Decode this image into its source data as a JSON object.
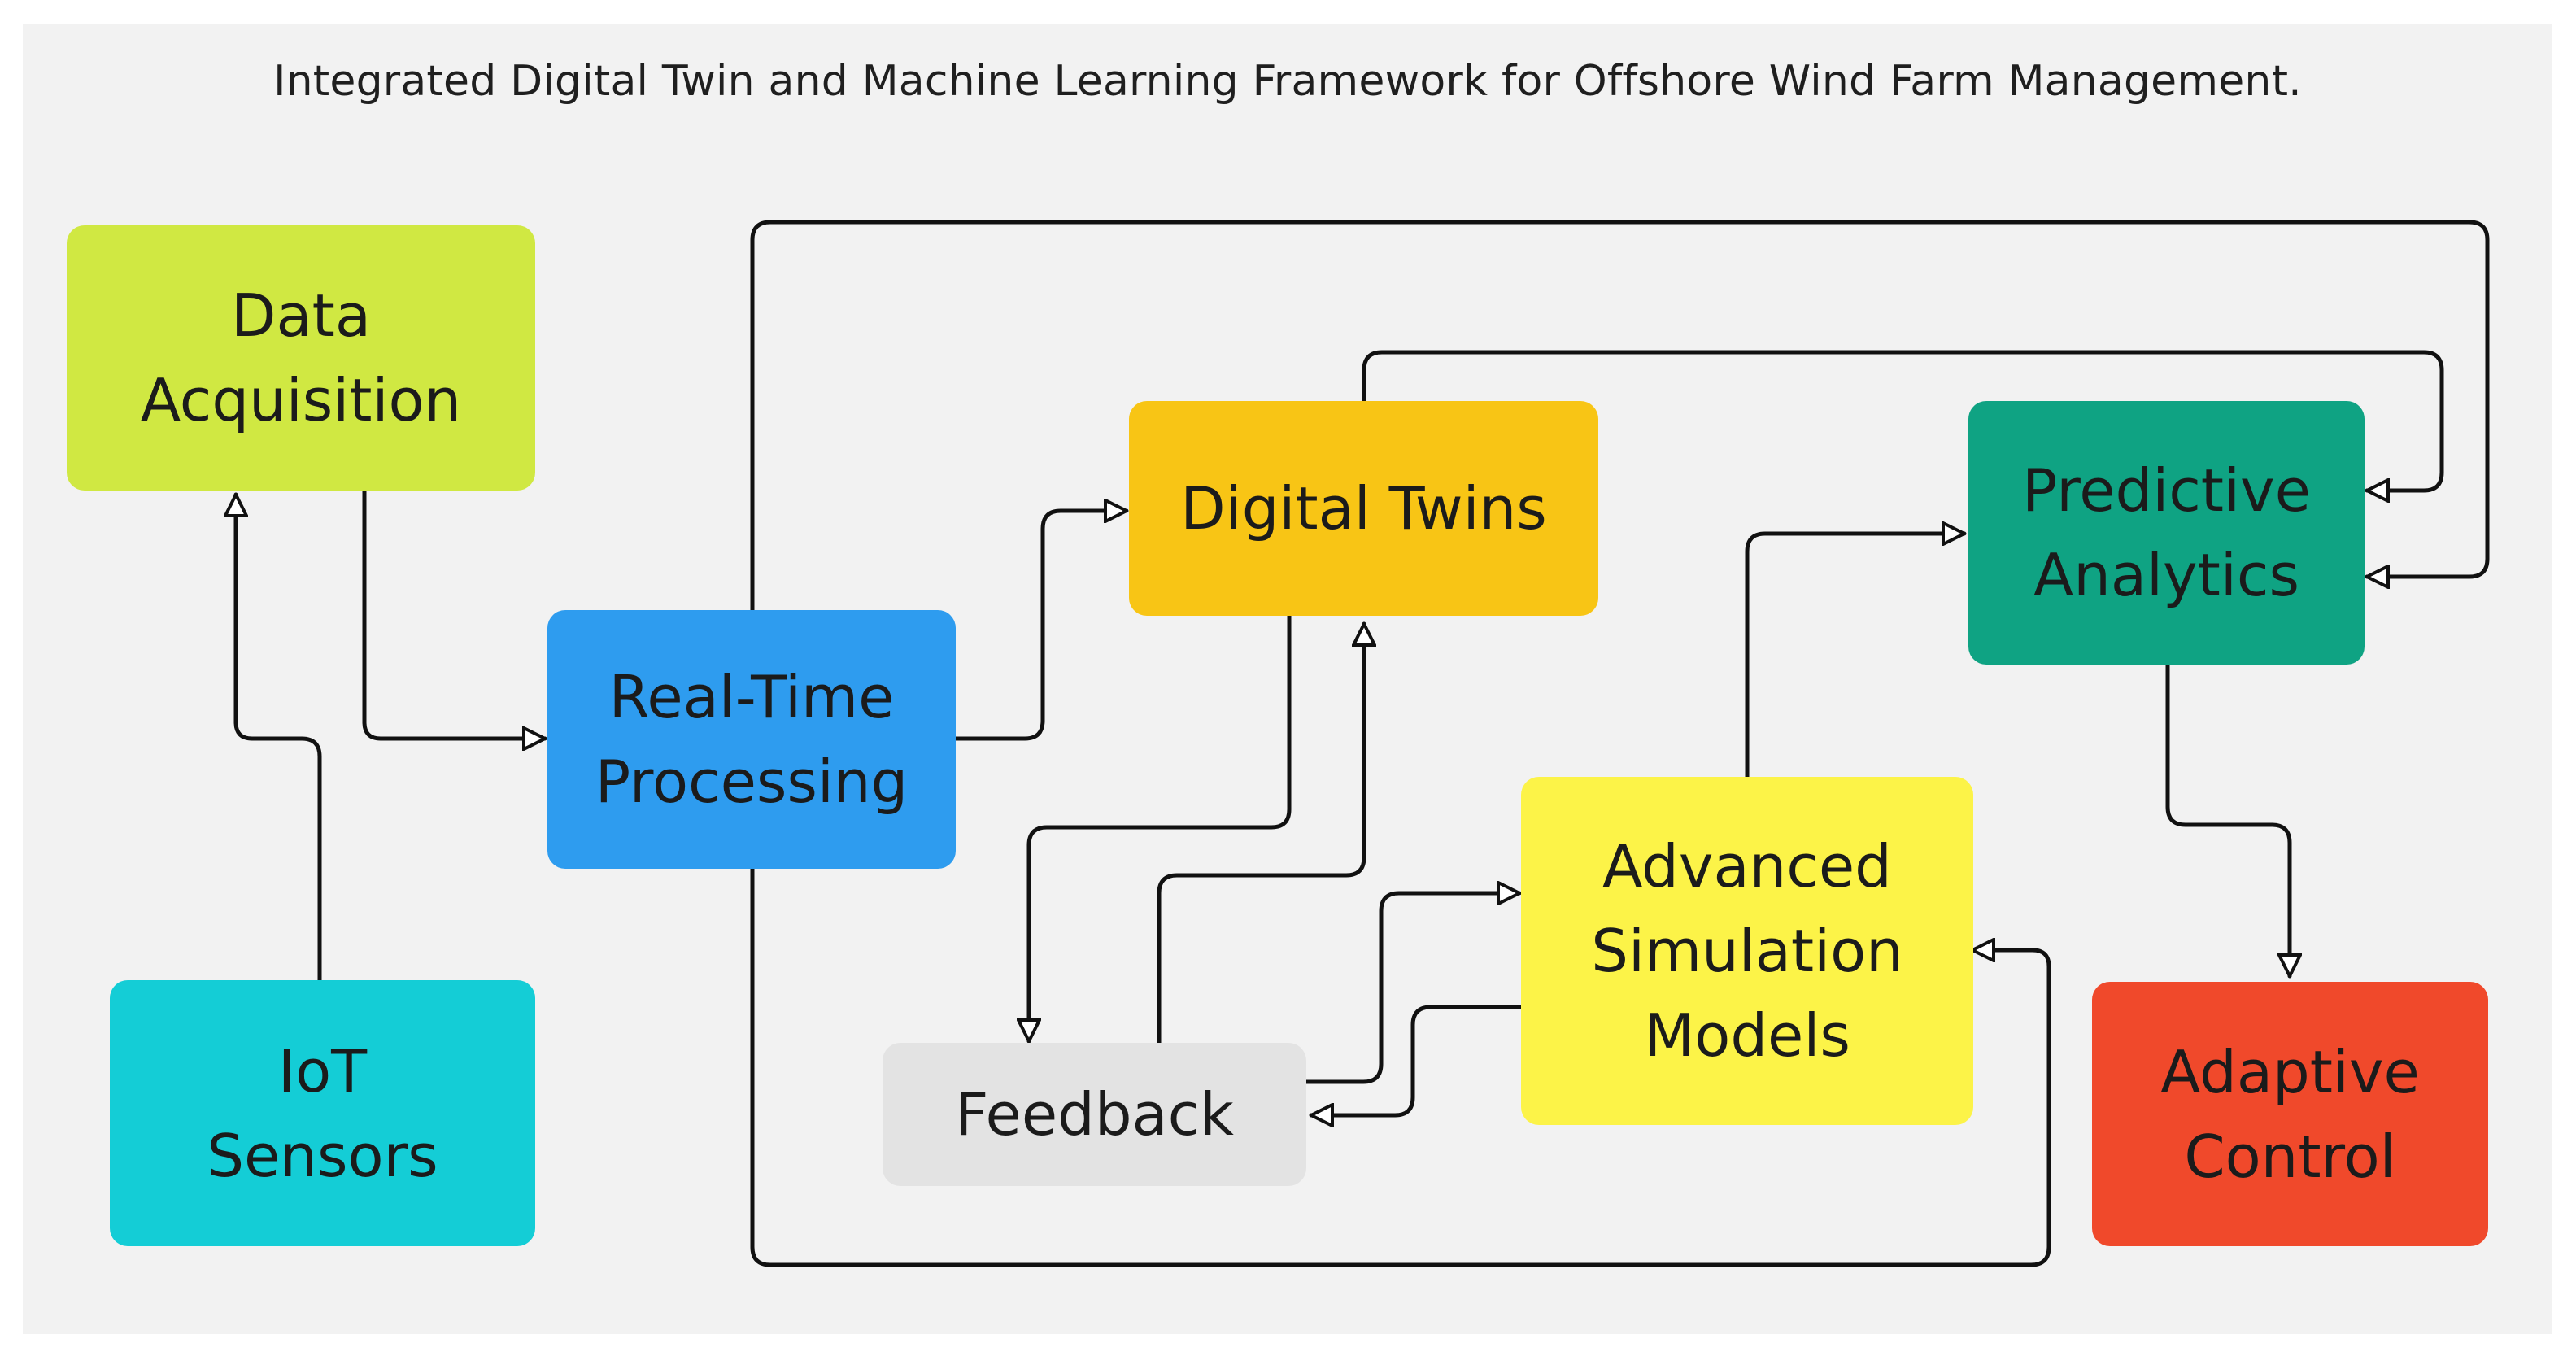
{
  "title": "Integrated Digital Twin and Machine Learning Framework for Offshore Wind Farm Management.",
  "nodes": {
    "data_acquisition": {
      "label": "Data\nAcquisition",
      "color": "#d0e842"
    },
    "iot_sensors": {
      "label": "IoT\nSensors",
      "color": "#14cdd6"
    },
    "real_time_processing": {
      "label": "Real-Time\nProcessing",
      "color": "#2e9cef"
    },
    "digital_twins": {
      "label": "Digital Twins",
      "color": "#f8c515"
    },
    "predictive_analytics": {
      "label": "Predictive\nAnalytics",
      "color": "#0fa383"
    },
    "advanced_simulation_models": {
      "label": "Advanced\nSimulation\nModels",
      "color": "#fcf348"
    },
    "feedback": {
      "label": "Feedback",
      "color": "#e3e3e3"
    },
    "adaptive_control": {
      "label": "Adaptive\nControl",
      "color": "#f0492b"
    }
  },
  "edges": [
    {
      "from": "iot_sensors",
      "to": "data_acquisition"
    },
    {
      "from": "data_acquisition",
      "to": "real_time_processing"
    },
    {
      "from": "real_time_processing",
      "to": "digital_twins"
    },
    {
      "from": "real_time_processing",
      "to": "predictive_analytics"
    },
    {
      "from": "real_time_processing",
      "to": "advanced_simulation_models"
    },
    {
      "from": "digital_twins",
      "to": "predictive_analytics"
    },
    {
      "from": "digital_twins",
      "to": "feedback"
    },
    {
      "from": "feedback",
      "to": "digital_twins"
    },
    {
      "from": "feedback",
      "to": "advanced_simulation_models"
    },
    {
      "from": "advanced_simulation_models",
      "to": "feedback"
    },
    {
      "from": "advanced_simulation_models",
      "to": "predictive_analytics"
    },
    {
      "from": "predictive_analytics",
      "to": "adaptive_control"
    }
  ]
}
